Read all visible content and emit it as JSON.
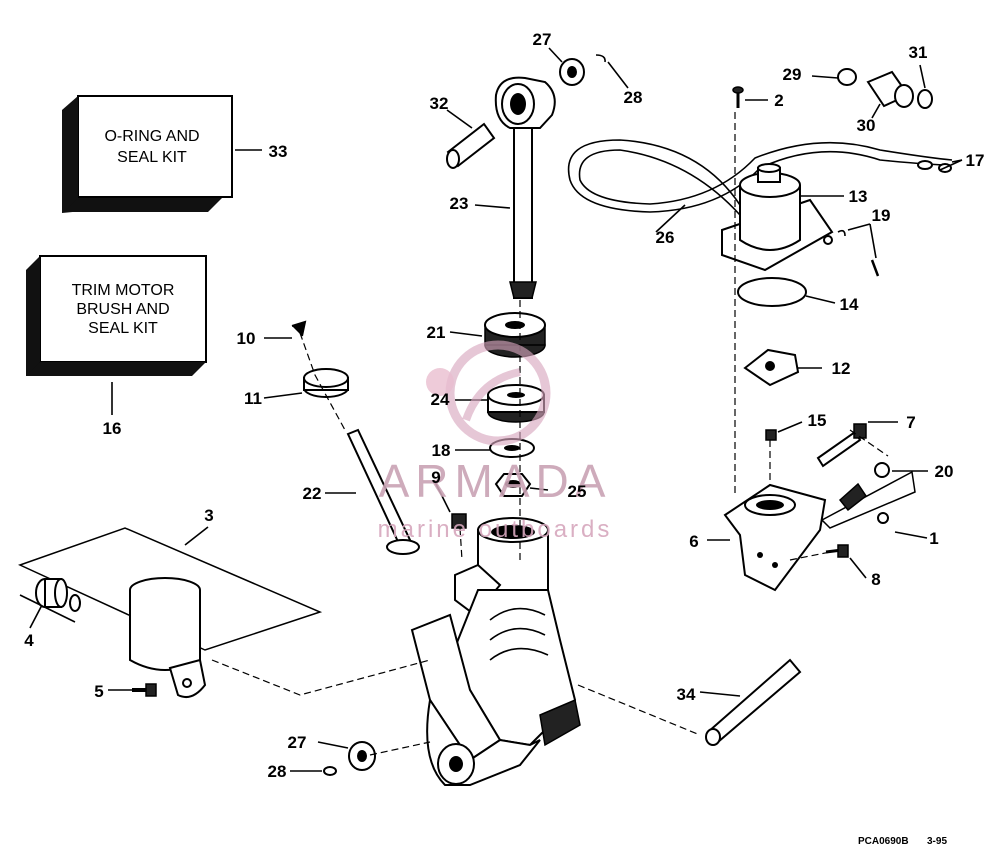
{
  "diagram": {
    "boxes": {
      "oring_seal_kit": [
        "O-RING AND",
        "SEAL KIT"
      ],
      "trim_motor_kit": [
        "TRIM MOTOR",
        "BRUSH AND",
        "SEAL KIT"
      ]
    },
    "labels": {
      "l1": "1",
      "l2": "2",
      "l3": "3",
      "l4": "4",
      "l5": "5",
      "l6": "6",
      "l7": "7",
      "l8": "8",
      "l9": "9",
      "l10": "10",
      "l11": "11",
      "l12": "12",
      "l13": "13",
      "l14": "14",
      "l15": "15",
      "l16": "16",
      "l17": "17",
      "l18": "18",
      "l19": "19",
      "l20": "20",
      "l21": "21",
      "l22": "22",
      "l23": "23",
      "l24": "24",
      "l25": "25",
      "l26": "26",
      "l27a": "27",
      "l27b": "27",
      "l28a": "28",
      "l28b": "28",
      "l29": "29",
      "l30": "30",
      "l31": "31",
      "l32": "32",
      "l33": "33",
      "l34": "34"
    },
    "watermark": {
      "brand": "ARMADA",
      "tagline": "marine outboards"
    },
    "drawing_code": "PCA0690B",
    "drawing_date": "3-95"
  }
}
